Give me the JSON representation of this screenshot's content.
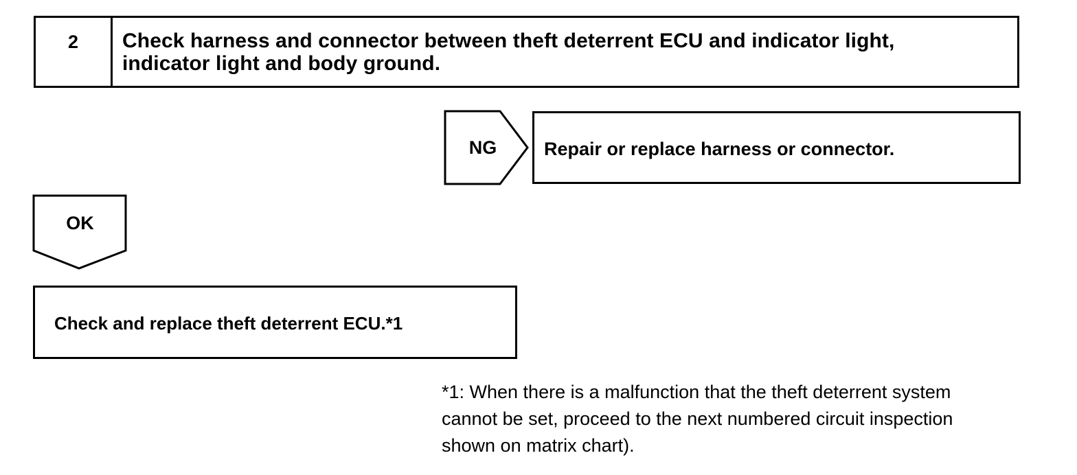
{
  "step": {
    "number": "2",
    "title": "Check harness and connector between theft deterrent ECU and indicator light,\nindicator light and body ground."
  },
  "ng_branch": {
    "label": "NG",
    "action": "Repair or replace harness or connector."
  },
  "ok_branch": {
    "label": "OK",
    "action": "Check and replace theft deterrent ECU.*1"
  },
  "footnote": "*1: When there is a malfunction that the theft deterrent system\ncannot be set, proceed to the next numbered circuit inspection\nshown on matrix chart)."
}
